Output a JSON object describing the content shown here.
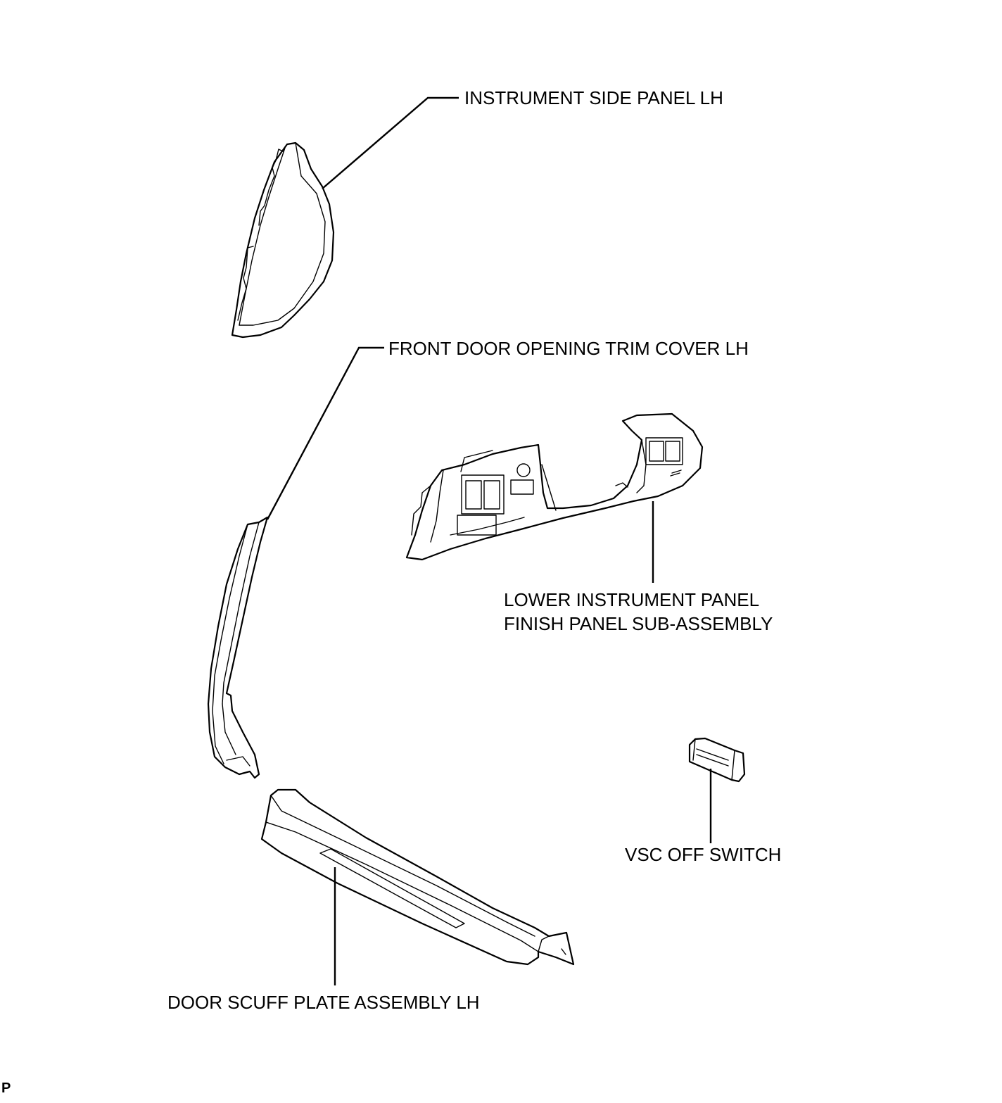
{
  "labels": {
    "instrument_side_panel": "INSTRUMENT SIDE PANEL LH",
    "front_door_trim": "FRONT DOOR OPENING TRIM COVER LH",
    "lower_panel_line1": "LOWER INSTRUMENT PANEL",
    "lower_panel_line2": "FINISH PANEL SUB-ASSEMBLY",
    "vsc_switch": "VSC OFF SWITCH",
    "door_scuff_plate": "DOOR SCUFF PLATE ASSEMBLY LH",
    "corner_mark": "P"
  },
  "colors": {
    "line": "#000000",
    "background": "#ffffff"
  }
}
